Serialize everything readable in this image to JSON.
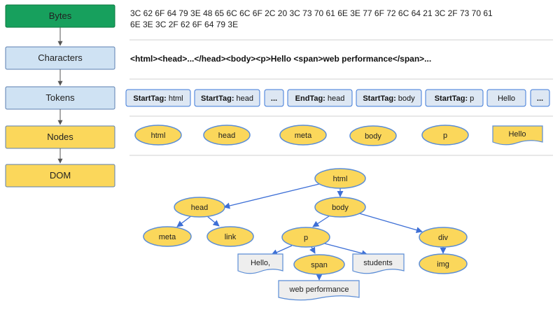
{
  "colors": {
    "bytes_fill": "#17a05d",
    "bytes_stroke": "#0b7a3f",
    "characters_fill": "#cfe2f3",
    "stage_stroke": "#5b7fb0",
    "node_fill": "#fbd75b",
    "node_stroke": "#5b8dd6",
    "token_fill": "#dde7f3",
    "token_stroke": "#3c78d8",
    "textnode_fill": "#eeeeee",
    "edge": "#3d6fd6",
    "divider": "#d0d0d0"
  },
  "stages": [
    {
      "id": "bytes",
      "label": "Bytes"
    },
    {
      "id": "characters",
      "label": "Characters"
    },
    {
      "id": "tokens",
      "label": "Tokens"
    },
    {
      "id": "nodes",
      "label": "Nodes"
    },
    {
      "id": "dom",
      "label": "DOM"
    }
  ],
  "bytes_lines": [
    "3C 62 6F 64 79 3E 48 65 6C 6C 6F 2C 20 3C 73 70 61 6E 3E 77 6F 72 6C 64 21 3C 2F 73 70 61",
    "6E 3E 3C 2F 62 6F 64 79 3E"
  ],
  "characters_text": "<html><head>...</head><body><p>Hello <span>web performance</span>...",
  "tokens": [
    {
      "tag": "StartTag:",
      "name": "html"
    },
    {
      "tag": "StartTag:",
      "name": "head"
    },
    {
      "tag": "",
      "name": "...",
      "bold": true
    },
    {
      "tag": "EndTag:",
      "name": "head"
    },
    {
      "tag": "StartTag:",
      "name": "body"
    },
    {
      "tag": "StartTag:",
      "name": "p"
    },
    {
      "tag": "",
      "name": "Hello"
    },
    {
      "tag": "",
      "name": "...",
      "bold": true
    }
  ],
  "nodes_row": [
    {
      "label": "html",
      "kind": "element"
    },
    {
      "label": "head",
      "kind": "element"
    },
    {
      "label": "meta",
      "kind": "element"
    },
    {
      "label": "body",
      "kind": "element"
    },
    {
      "label": "p",
      "kind": "element"
    },
    {
      "label": "Hello",
      "kind": "text"
    }
  ],
  "dom_tree": {
    "nodes": [
      {
        "id": "html",
        "label": "html",
        "kind": "element"
      },
      {
        "id": "head",
        "label": "head",
        "kind": "element"
      },
      {
        "id": "body",
        "label": "body",
        "kind": "element"
      },
      {
        "id": "meta",
        "label": "meta",
        "kind": "element"
      },
      {
        "id": "link",
        "label": "link",
        "kind": "element"
      },
      {
        "id": "p",
        "label": "p",
        "kind": "element"
      },
      {
        "id": "div",
        "label": "div",
        "kind": "element"
      },
      {
        "id": "hello",
        "label": "Hello,",
        "kind": "text"
      },
      {
        "id": "span",
        "label": "span",
        "kind": "element"
      },
      {
        "id": "students",
        "label": "students",
        "kind": "text"
      },
      {
        "id": "img",
        "label": "img",
        "kind": "element"
      },
      {
        "id": "webperf",
        "label": "web performance",
        "kind": "text"
      }
    ],
    "edges": [
      [
        "html",
        "head"
      ],
      [
        "html",
        "body"
      ],
      [
        "head",
        "meta"
      ],
      [
        "head",
        "link"
      ],
      [
        "body",
        "p"
      ],
      [
        "body",
        "div"
      ],
      [
        "p",
        "hello"
      ],
      [
        "p",
        "span"
      ],
      [
        "p",
        "students"
      ],
      [
        "span",
        "webperf"
      ],
      [
        "div",
        "img"
      ]
    ]
  }
}
